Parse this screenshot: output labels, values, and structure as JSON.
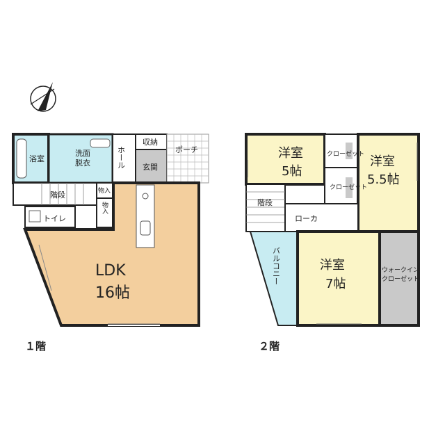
{
  "colors": {
    "wall": "#222222",
    "bath": "#c8ecf2",
    "ldk": "#f3cf9e",
    "western": "#fbf5c7",
    "walkin": "#c9c9c9",
    "balcony": "#c8ecf2",
    "porch": "#ffffff",
    "entrance": "#c9c9c9"
  },
  "floor1": {
    "label": "１階",
    "bath": "浴室",
    "washroom_1": "洗面",
    "washroom_2": "脱衣",
    "hall": "ホール",
    "storage": "収納",
    "entrance": "玄関",
    "porch": "ポーチ",
    "stairs": "階段",
    "storage_small_1": "物入",
    "storage_small_2": "物入",
    "toilet": "トイレ",
    "ldk_1": "LDK",
    "ldk_2": "16帖"
  },
  "floor2": {
    "label": "２階",
    "room1_1": "洋室",
    "room1_2": "5帖",
    "closet1": "クローゼット",
    "closet2": "クローゼット",
    "room2_1": "洋室",
    "room2_2": "5.5帖",
    "stairs": "階段",
    "hallway": "ローカ",
    "balcony": "バルコニー",
    "room3_1": "洋室",
    "room3_2": "7帖",
    "walkin_1": "ウォークイン",
    "walkin_2": "クローゼット"
  },
  "compass_icon": "north-arrow-icon"
}
